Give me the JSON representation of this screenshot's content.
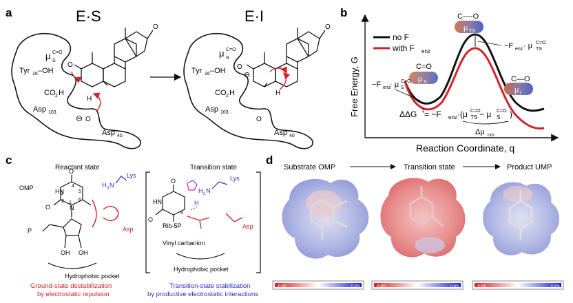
{
  "panel_a": {
    "label": "a",
    "state_left": "E·S",
    "state_right": "E·I",
    "mu": "μ",
    "mu_sup": "C=O",
    "mu_sub": "S",
    "tyr": "Tyr",
    "tyr_sub": "16",
    "oh": "–OH",
    "co2h": "CO",
    "co2h_sub": "2",
    "co2h_h": "H",
    "asp": "Asp",
    "asp103": "103",
    "asp40": "40",
    "o": "O",
    "h": "H",
    "minus": "⊖"
  },
  "panel_b": {
    "label": "b",
    "legend_no": "no F",
    "legend_with": "with F",
    "legend_enz_sub": "enz",
    "ylabel": "Free Energy, G",
    "xlabel": "Reaction Coordinate, q",
    "ts_bond": "C----O",
    "ts_mu": "μ",
    "ts_sub": "TS",
    "s_bond": "C=O",
    "s_mu": "μ",
    "s_sub": "S",
    "i_bond": "C—O",
    "i_mu": "μ",
    "i_sub": "I",
    "ann_ts": "−F",
    "ann_ts_sub": "enz",
    "ann_ts_dot": "· μ",
    "ann_ts_musub": "TS",
    "ann_ts_musup": "C=O",
    "ann_s": "−F",
    "ann_s_sub": "enz",
    "ann_s_dot": "· μ",
    "ann_s_musub": "S",
    "ann_s_musup": "C=O",
    "ddg": "ΔΔG",
    "ddg_sup": "‡",
    "ddg_eq": " = −F",
    "ddg_enz": "enz",
    "ddg_mid": "·(μ",
    "ddg_ts": "TS",
    "ddg_minus": " − μ",
    "ddg_s": "S",
    "ddg_close": ")",
    "ddg_sup1": "C=O",
    "ddg_sup2": "C=O",
    "drxn": "Δμ",
    "drxn_sub": "rxn"
  },
  "panel_c": {
    "label": "c",
    "reactant_title": "Reactant state",
    "transition_title": "Transition state",
    "omp": "OMP",
    "lys": "Lys",
    "lys2": "Lys",
    "h3n": "H",
    "h3n_sub": "3",
    "h3n_n": "N",
    "h2n": "H",
    "h2n_sub": "2",
    "h2n_n": "N",
    "h": "H",
    "asp": "Asp",
    "asp2": "Asp",
    "rib": "Rib-5P",
    "vinyl": "Vinyl carbanion",
    "pocket1": "Hydrophobic pocket",
    "pocket2": "Hydrophobic pocket",
    "ground_line1": "Ground-state destabilization",
    "ground_line2": "by electrostatic repulsion",
    "ts_line1": "Transition-state stabilization",
    "ts_line2": "by productive electrostatic interactions",
    "nums": [
      "1",
      "2",
      "3",
      "4",
      "5",
      "6"
    ],
    "oh1": "OH",
    "oh2": "OH",
    "o": "O",
    "p": "P",
    "hn": "HN",
    "n": "N"
  },
  "panel_d": {
    "label": "d",
    "sub_title": "Substrate OMP",
    "ts_title": "Transition state",
    "prod_title": "Product UMP",
    "scale_min": "-0.400",
    "scale_max": "0.300"
  },
  "colors": {
    "black": "#111111",
    "red": "#d4202a",
    "blue": "#2a2fc4",
    "magenta": "#c028c8"
  }
}
